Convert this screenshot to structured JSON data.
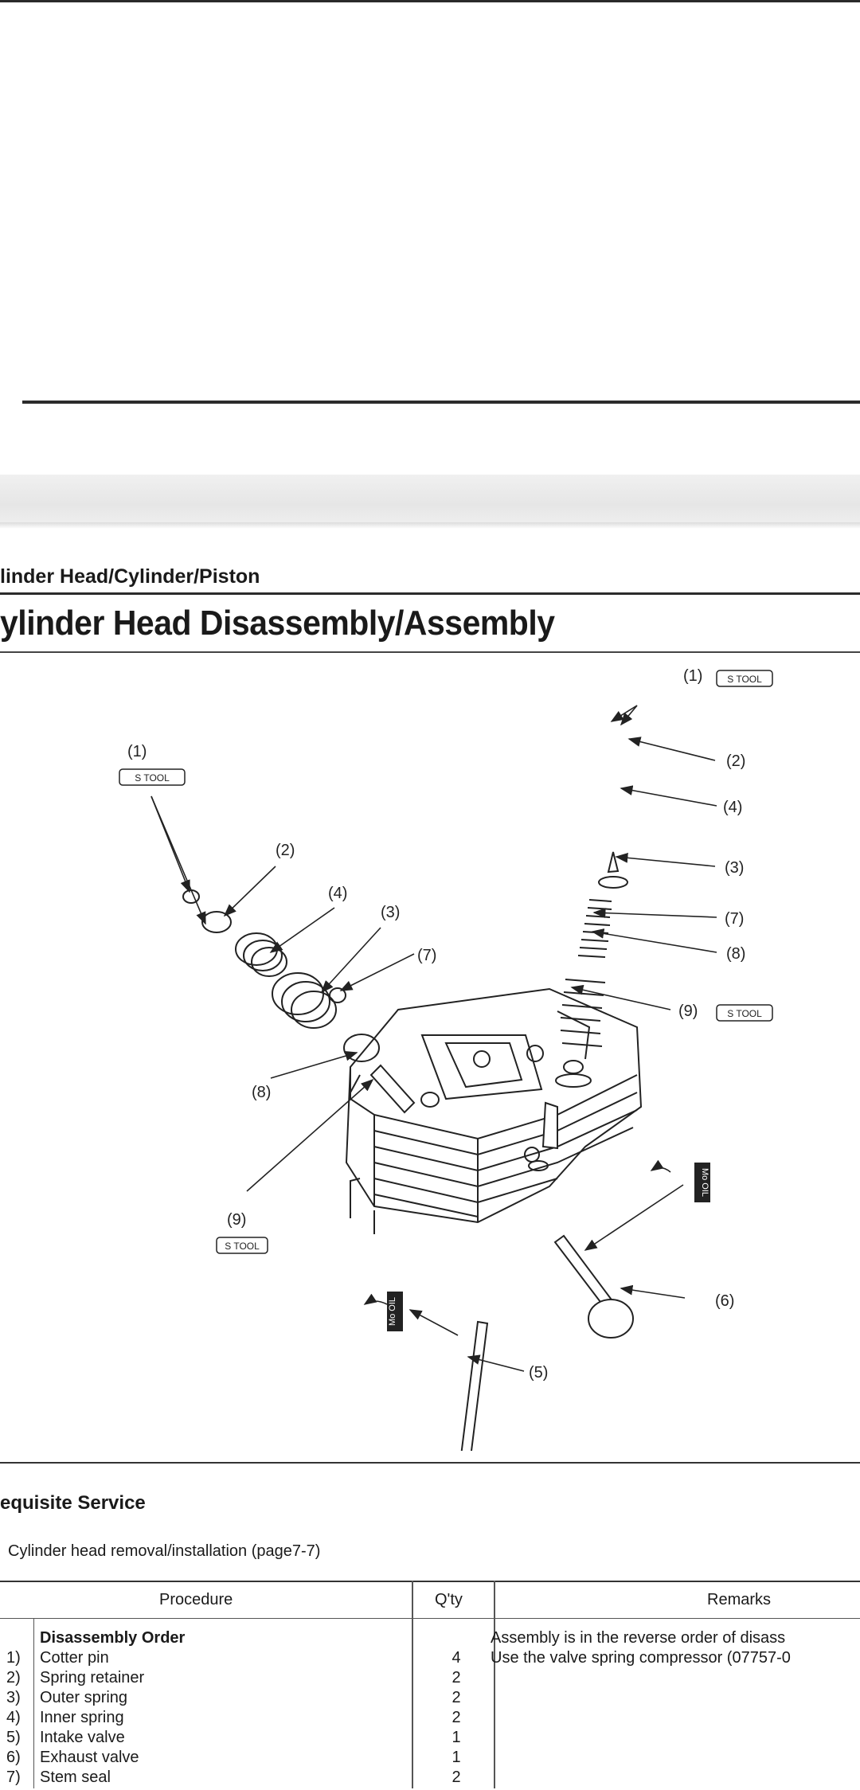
{
  "section_label": "linder Head/Cylinder/Piston",
  "page_title": "ylinder Head Disassembly/Assembly",
  "diagram": {
    "callouts": [
      "(1)",
      "(2)",
      "(3)",
      "(4)",
      "(5)",
      "(6)",
      "(7)",
      "(8)",
      "(9)"
    ],
    "tool_badge": "S TOOL",
    "oil_label": "Mo OIL"
  },
  "requisite": {
    "heading": "equisite Service",
    "items": [
      "Cylinder head removal/installation (page7-7)"
    ]
  },
  "table": {
    "headers": [
      "Procedure",
      "Q'ty",
      "Remarks"
    ],
    "order_heading": "Disassembly Order",
    "rows": [
      {
        "num": "1)",
        "name": "Cotter pin",
        "qty": "4"
      },
      {
        "num": "2)",
        "name": "Spring retainer",
        "qty": "2"
      },
      {
        "num": "3)",
        "name": "Outer spring",
        "qty": "2"
      },
      {
        "num": "4)",
        "name": "Inner spring",
        "qty": "2"
      },
      {
        "num": "5)",
        "name": "Intake valve",
        "qty": "1"
      },
      {
        "num": "6)",
        "name": "Exhaust valve",
        "qty": "1"
      },
      {
        "num": "7)",
        "name": "Stem seal",
        "qty": "2"
      }
    ],
    "remarks": [
      "Assembly is in the reverse order of disass",
      "Use the valve spring compressor (07757-0"
    ]
  }
}
